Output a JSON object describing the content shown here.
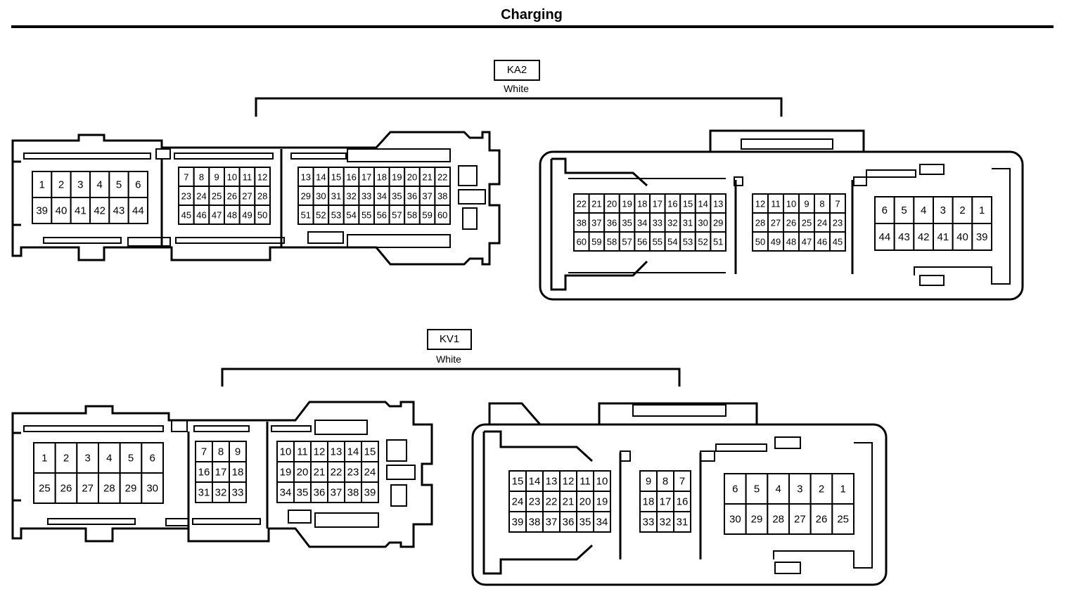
{
  "title": "Charging",
  "connectors": [
    {
      "id": "KA2",
      "label": "KA2",
      "color": "White",
      "harness_side": [
        [
          [
            "1",
            "2",
            "3",
            "4",
            "5",
            "6"
          ],
          [
            "39",
            "40",
            "41",
            "42",
            "43",
            "44"
          ]
        ],
        [
          [
            "7",
            "8",
            "9",
            "10",
            "11",
            "12"
          ],
          [
            "23",
            "24",
            "25",
            "26",
            "27",
            "28"
          ],
          [
            "45",
            "46",
            "47",
            "48",
            "49",
            "50"
          ]
        ],
        [
          [
            "13",
            "14",
            "15",
            "16",
            "17",
            "18",
            "19",
            "20",
            "21",
            "22"
          ],
          [
            "29",
            "30",
            "31",
            "32",
            "33",
            "34",
            "35",
            "36",
            "37",
            "38"
          ],
          [
            "51",
            "52",
            "53",
            "54",
            "55",
            "56",
            "57",
            "58",
            "59",
            "60"
          ]
        ]
      ],
      "terminal_side": [
        [
          [
            "22",
            "21",
            "20",
            "19",
            "18",
            "17",
            "16",
            "15",
            "14",
            "13"
          ],
          [
            "38",
            "37",
            "36",
            "35",
            "34",
            "33",
            "32",
            "31",
            "30",
            "29"
          ],
          [
            "60",
            "59",
            "58",
            "57",
            "56",
            "55",
            "54",
            "53",
            "52",
            "51"
          ]
        ],
        [
          [
            "12",
            "11",
            "10",
            "9",
            "8",
            "7"
          ],
          [
            "28",
            "27",
            "26",
            "25",
            "24",
            "23"
          ],
          [
            "50",
            "49",
            "48",
            "47",
            "46",
            "45"
          ]
        ],
        [
          [
            "6",
            "5",
            "4",
            "3",
            "2",
            "1"
          ],
          [
            "44",
            "43",
            "42",
            "41",
            "40",
            "39"
          ]
        ]
      ]
    },
    {
      "id": "KV1",
      "label": "KV1",
      "color": "White",
      "harness_side": [
        [
          [
            "1",
            "2",
            "3",
            "4",
            "5",
            "6"
          ],
          [
            "25",
            "26",
            "27",
            "28",
            "29",
            "30"
          ]
        ],
        [
          [
            "7",
            "8",
            "9"
          ],
          [
            "16",
            "17",
            "18"
          ],
          [
            "31",
            "32",
            "33"
          ]
        ],
        [
          [
            "10",
            "11",
            "12",
            "13",
            "14",
            "15"
          ],
          [
            "19",
            "20",
            "21",
            "22",
            "23",
            "24"
          ],
          [
            "34",
            "35",
            "36",
            "37",
            "38",
            "39"
          ]
        ]
      ],
      "terminal_side": [
        [
          [
            "15",
            "14",
            "13",
            "12",
            "11",
            "10"
          ],
          [
            "24",
            "23",
            "22",
            "21",
            "20",
            "19"
          ],
          [
            "39",
            "38",
            "37",
            "36",
            "35",
            "34"
          ]
        ],
        [
          [
            "9",
            "8",
            "7"
          ],
          [
            "18",
            "17",
            "16"
          ],
          [
            "33",
            "32",
            "31"
          ]
        ],
        [
          [
            "6",
            "5",
            "4",
            "3",
            "2",
            "1"
          ],
          [
            "30",
            "29",
            "28",
            "27",
            "26",
            "25"
          ]
        ]
      ]
    }
  ]
}
